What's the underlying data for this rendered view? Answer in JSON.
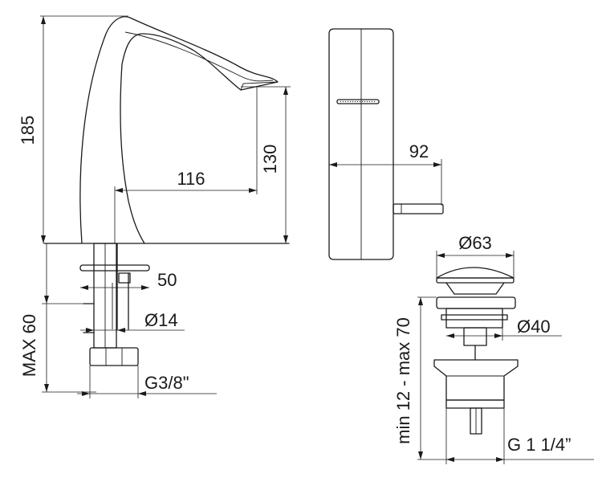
{
  "dimensions": {
    "height_total": "185",
    "spout_height": "130",
    "spout_reach": "116",
    "side_projection": "92",
    "fixing_depth_max": "MAX 60",
    "fixing_width": "50",
    "supply_diameter": "Ø14",
    "supply_thread": "G3/8\"",
    "waste_cap_diameter": "Ø63",
    "waste_body_diameter": "Ø40",
    "waste_range": "min 12 - max 70",
    "waste_thread": "G 1 1/4”"
  }
}
